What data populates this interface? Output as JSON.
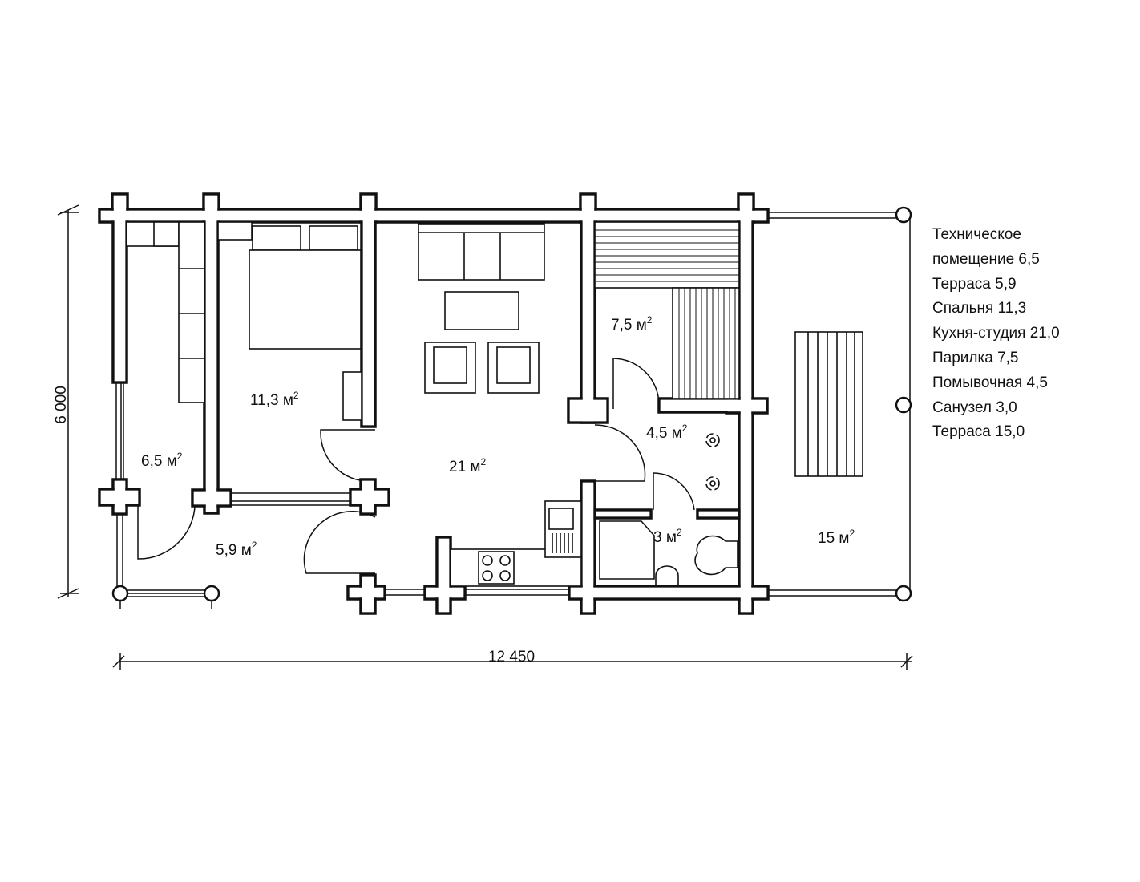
{
  "plan": {
    "rooms": [
      {
        "name": "tech-room",
        "area": "6,5 м"
      },
      {
        "name": "bedroom",
        "area": "11,3 м"
      },
      {
        "name": "kitchen-studio",
        "area": "21 м"
      },
      {
        "name": "steam-room",
        "area": "7,5 м"
      },
      {
        "name": "wash-room",
        "area": "4,5 м"
      },
      {
        "name": "bathroom",
        "area": "3 м"
      },
      {
        "name": "terrace-small",
        "area": "5,9 м"
      },
      {
        "name": "terrace-large",
        "area": "15 м"
      }
    ],
    "area_superscript": "2",
    "dimension_height": "6 000",
    "dimension_width": "12 450"
  },
  "legend": [
    "Техническое",
    "помещение 6,5",
    "Терраса 5,9",
    "Спальня 11,3",
    "Кухня-студия 21,0",
    "Парилка 7,5",
    "Помывочная 4,5",
    "Санузел 3,0",
    "Терраса 15,0"
  ],
  "colors": {
    "line": "#111111",
    "background": "#ffffff"
  }
}
